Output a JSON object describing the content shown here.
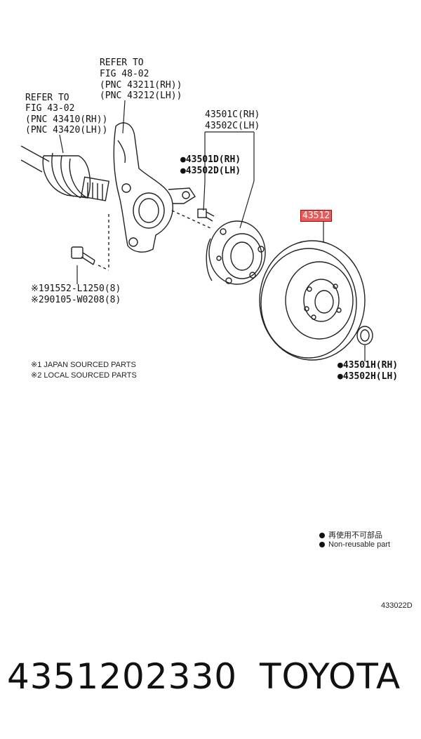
{
  "refer_upper": {
    "line1": "REFER TO",
    "line2": "FIG 48-02",
    "line3": "(PNC 43211(RH))",
    "line4": "(PNC 43212(LH))"
  },
  "refer_left": {
    "line1": "REFER TO",
    "line2": "FIG 43-02",
    "line3": "(PNC 43410(RH))",
    "line4": "(PNC 43420(LH))"
  },
  "hub_parts": {
    "rh": "43501C(RH)",
    "lh": "43502C(LH)"
  },
  "bolt_parts": {
    "rh": "●43501D(RH)",
    "lh": "●43502D(LH)"
  },
  "disc_part": "43512",
  "nut_parts": {
    "rh": "●43501H(RH)",
    "lh": "●43502H(LH)"
  },
  "knuckle_bolts": {
    "line1": "※191552-L1250(8)",
    "line2": "※290105-W0208(8)"
  },
  "notes": {
    "line1": "※1 JAPAN SOURCED PARTS",
    "line2": "※2 LOCAL SOURCED PARTS"
  },
  "legend": {
    "jp": "再使用不可部品",
    "en": "Non-reusable part"
  },
  "figure_code": "433022D",
  "footer": {
    "part_number": "4351202330",
    "brand": "TOYOTA"
  },
  "colors": {
    "highlight": "#e65b5b",
    "line": "#222222"
  }
}
